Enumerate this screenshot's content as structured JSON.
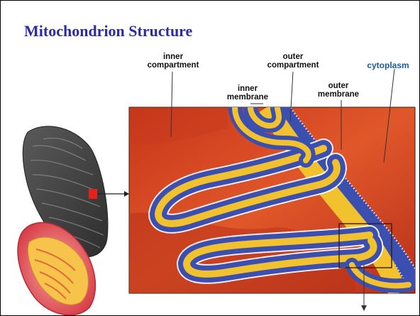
{
  "title": "Mitochondrion Structure",
  "labels": {
    "inner_compartment": "inner\ncompartment",
    "outer_compartment": "outer\ncompartment",
    "cytoplasm": "cytoplasm",
    "inner_membrane": "inner\nmembrane",
    "outer_membrane": "outer\nmembrane"
  },
  "colors": {
    "title": "#2c2ca0",
    "matrix": "#d84a22",
    "intermembrane_space": "#f2c22e",
    "membrane": "#3b4fb0",
    "cytoplasm_label": "#1c5a9e"
  }
}
